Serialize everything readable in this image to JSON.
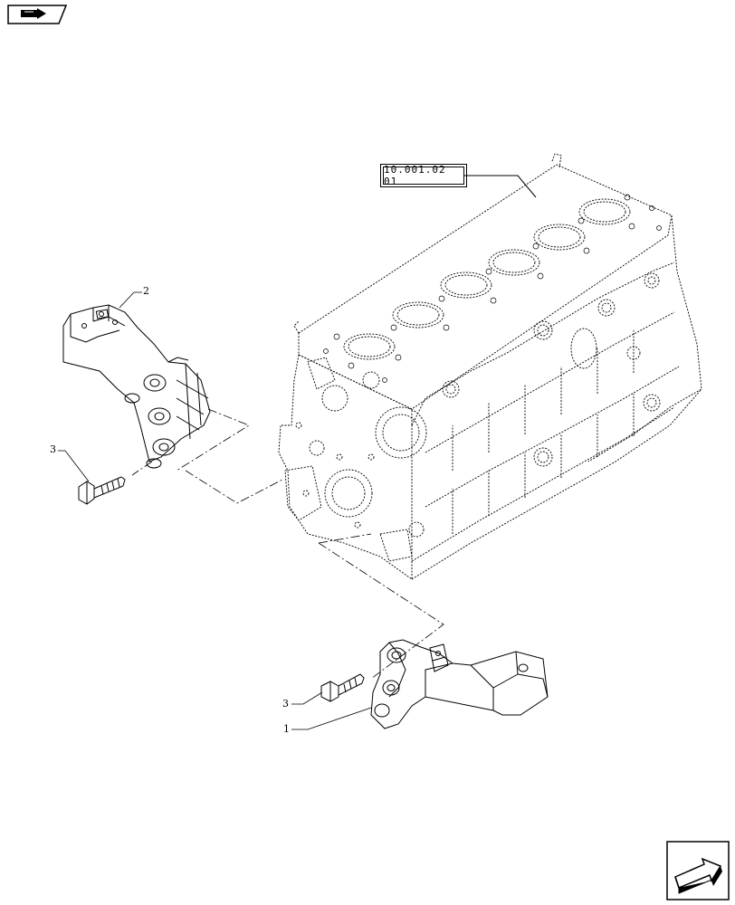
{
  "reference": {
    "code": "10.001.02 01"
  },
  "callouts": [
    {
      "id": "c2",
      "number": "2",
      "part": "bracket-upper"
    },
    {
      "id": "c3a",
      "number": "3",
      "part": "bolt-upper"
    },
    {
      "id": "c3b",
      "number": "3",
      "part": "bolt-lower"
    },
    {
      "id": "c1",
      "number": "1",
      "part": "bracket-lower"
    }
  ],
  "icons": {
    "top": "page-nav-icon",
    "bottom": "next-page-arrow-icon"
  },
  "colors": {
    "line": "#000000",
    "background": "#ffffff"
  }
}
